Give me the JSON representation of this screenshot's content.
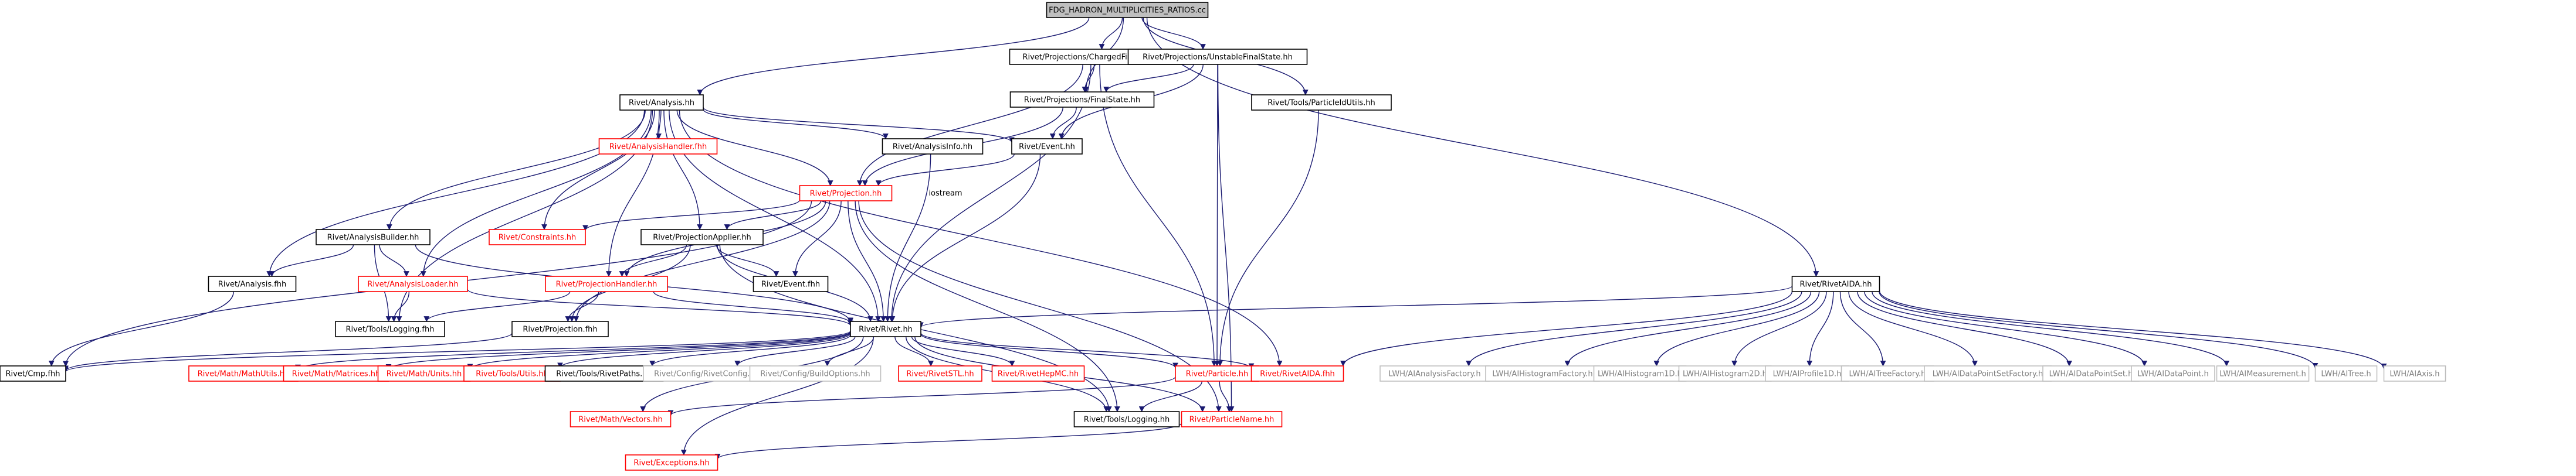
{
  "colors": {
    "root_fill": "#bfbfbf",
    "node_fill": "#ffffff",
    "border_black": "#000000",
    "border_red": "#ff0000",
    "border_grey": "#bfbfbf",
    "text_black": "#000000",
    "text_red": "#ff0000",
    "text_grey": "#808080",
    "edge": "#191970"
  },
  "nodes": [
    {
      "id": "root",
      "label": "FDG_HADRON_MULTIPLICITIES_RATIOS.cc",
      "style": "root"
    },
    {
      "id": "analysis",
      "label": "Rivet/Analysis.hh",
      "style": "black"
    },
    {
      "id": "chargedfs",
      "label": "Rivet/Projections/ChargedFinalState.hh",
      "style": "black"
    },
    {
      "id": "unstablefs",
      "label": "Rivet/Projections/UnstableFinalState.hh",
      "style": "black"
    },
    {
      "id": "particleidutils",
      "label": "Rivet/Tools/ParticleIdUtils.hh",
      "style": "black"
    },
    {
      "id": "rivetaida",
      "label": "Rivet/RivetAIDA.hh",
      "style": "black"
    },
    {
      "id": "finalstate",
      "label": "Rivet/Projections/FinalState.hh",
      "style": "black"
    },
    {
      "id": "analysisinfo",
      "label": "Rivet/AnalysisInfo.hh",
      "style": "black"
    },
    {
      "id": "event",
      "label": "Rivet/Event.hh",
      "style": "black"
    },
    {
      "id": "analysishandler",
      "label": "Rivet/AnalysisHandler.fhh",
      "style": "red"
    },
    {
      "id": "projection",
      "label": "Rivet/Projection.hh",
      "style": "red"
    },
    {
      "id": "constraints",
      "label": "Rivet/Constraints.hh",
      "style": "red"
    },
    {
      "id": "analysisbuilder",
      "label": "Rivet/AnalysisBuilder.hh",
      "style": "black"
    },
    {
      "id": "projapplier",
      "label": "Rivet/ProjectionApplier.hh",
      "style": "black"
    },
    {
      "id": "analysisfhh",
      "label": "Rivet/Analysis.fhh",
      "style": "black"
    },
    {
      "id": "analysisloader",
      "label": "Rivet/AnalysisLoader.hh",
      "style": "red"
    },
    {
      "id": "projhandler",
      "label": "Rivet/ProjectionHandler.hh",
      "style": "red"
    },
    {
      "id": "eventfhh",
      "label": "Rivet/Event.fhh",
      "style": "black"
    },
    {
      "id": "toolslogfhh",
      "label": "Rivet/Tools/Logging.fhh",
      "style": "black"
    },
    {
      "id": "projfhh",
      "label": "Rivet/Projection.fhh",
      "style": "black"
    },
    {
      "id": "rivethh",
      "label": "Rivet/Rivet.hh",
      "style": "black"
    },
    {
      "id": "cmpfhh",
      "label": "Rivet/Cmp.fhh",
      "style": "black"
    },
    {
      "id": "mathutils",
      "label": "Rivet/Math/MathUtils.hh",
      "style": "red"
    },
    {
      "id": "matrices",
      "label": "Rivet/Math/Matrices.hh",
      "style": "red"
    },
    {
      "id": "units",
      "label": "Rivet/Math/Units.hh",
      "style": "red"
    },
    {
      "id": "utils",
      "label": "Rivet/Tools/Utils.hh",
      "style": "red"
    },
    {
      "id": "rivetpaths",
      "label": "Rivet/Tools/RivetPaths.hh",
      "style": "black"
    },
    {
      "id": "rivetconfig",
      "label": "Rivet/Config/RivetConfig.hh",
      "style": "grey"
    },
    {
      "id": "buildoptions",
      "label": "Rivet/Config/BuildOptions.hh",
      "style": "grey"
    },
    {
      "id": "rivetstl",
      "label": "Rivet/RivetSTL.hh",
      "style": "red"
    },
    {
      "id": "rivethepmc",
      "label": "Rivet/RivetHepMC.hh",
      "style": "red"
    },
    {
      "id": "particle",
      "label": "Rivet/Particle.hh",
      "style": "red"
    },
    {
      "id": "rivetaidafhh",
      "label": "Rivet/RivetAIDA.fhh",
      "style": "red"
    },
    {
      "id": "vectors",
      "label": "Rivet/Math/Vectors.hh",
      "style": "red"
    },
    {
      "id": "logging",
      "label": "Rivet/Tools/Logging.hh",
      "style": "black"
    },
    {
      "id": "particlename",
      "label": "Rivet/ParticleName.hh",
      "style": "red"
    },
    {
      "id": "exceptions",
      "label": "Rivet/Exceptions.hh",
      "style": "red"
    },
    {
      "id": "lwh_af",
      "label": "LWH/AIAnalysisFactory.h",
      "style": "grey"
    },
    {
      "id": "lwh_hf",
      "label": "LWH/AIHistogramFactory.h",
      "style": "grey"
    },
    {
      "id": "lwh_h1",
      "label": "LWH/AIHistogram1D.h",
      "style": "grey"
    },
    {
      "id": "lwh_h2",
      "label": "LWH/AIHistogram2D.h",
      "style": "grey"
    },
    {
      "id": "lwh_p1",
      "label": "LWH/AIProfile1D.h",
      "style": "grey"
    },
    {
      "id": "lwh_tf",
      "label": "LWH/AITreeFactory.h",
      "style": "grey"
    },
    {
      "id": "lwh_dpsf",
      "label": "LWH/AIDataPointSetFactory.h",
      "style": "grey"
    },
    {
      "id": "lwh_dps",
      "label": "LWH/AIDataPointSet.h",
      "style": "grey"
    },
    {
      "id": "lwh_dp",
      "label": "LWH/AIDataPoint.h",
      "style": "grey"
    },
    {
      "id": "lwh_m",
      "label": "LWH/AIMeasurement.h",
      "style": "grey"
    },
    {
      "id": "lwh_tree",
      "label": "LWH/AITree.h",
      "style": "grey"
    },
    {
      "id": "lwh_axis",
      "label": "LWH/AIAxis.h",
      "style": "grey"
    }
  ],
  "edge_labels": {
    "iostream": "iostream"
  },
  "edges": [
    [
      "root",
      "analysis"
    ],
    [
      "root",
      "chargedfs"
    ],
    [
      "root",
      "unstablefs"
    ],
    [
      "root",
      "particleidutils"
    ],
    [
      "root",
      "rivetaida"
    ],
    [
      "root",
      "finalstate"
    ],
    [
      "chargedfs",
      "finalstate"
    ],
    [
      "chargedfs",
      "projection"
    ],
    [
      "chargedfs",
      "rivethh"
    ],
    [
      "chargedfs",
      "particle"
    ],
    [
      "unstablefs",
      "finalstate"
    ],
    [
      "unstablefs",
      "event"
    ],
    [
      "unstablefs",
      "particle"
    ],
    [
      "unstablefs",
      "particlename"
    ],
    [
      "particleidutils",
      "particle"
    ],
    [
      "finalstate",
      "event"
    ],
    [
      "finalstate",
      "projection"
    ],
    [
      "analysis",
      "analysisinfo"
    ],
    [
      "analysis",
      "event"
    ],
    [
      "analysis",
      "analysishandler"
    ],
    [
      "analysis",
      "projection"
    ],
    [
      "analysis",
      "constraints"
    ],
    [
      "analysis",
      "analysisbuilder"
    ],
    [
      "analysis",
      "projapplier"
    ],
    [
      "analysis",
      "analysisfhh"
    ],
    [
      "analysis",
      "analysisloader"
    ],
    [
      "analysis",
      "projhandler"
    ],
    [
      "analysis",
      "toolslogfhh"
    ],
    [
      "analysis",
      "rivethh"
    ],
    [
      "analysis",
      "rivetaidafhh"
    ],
    [
      "analysisinfo",
      "rivethh"
    ],
    [
      "event",
      "rivethh"
    ],
    [
      "event",
      "projection"
    ],
    [
      "projection",
      "constraints"
    ],
    [
      "projection",
      "projapplier"
    ],
    [
      "projection",
      "projhandler"
    ],
    [
      "projection",
      "eventfhh"
    ],
    [
      "projection",
      "projfhh"
    ],
    [
      "projection",
      "rivethh"
    ],
    [
      "projection",
      "cmpfhh"
    ],
    [
      "projection",
      "logging"
    ],
    [
      "projection",
      "particlename"
    ],
    [
      "analysisbuilder",
      "analysisfhh"
    ],
    [
      "analysisbuilder",
      "analysisloader"
    ],
    [
      "analysisbuilder",
      "toolslogfhh"
    ],
    [
      "analysisbuilder",
      "rivethh"
    ],
    [
      "projapplier",
      "projhandler"
    ],
    [
      "projapplier",
      "eventfhh"
    ],
    [
      "projapplier",
      "projfhh"
    ],
    [
      "projapplier",
      "rivethh"
    ],
    [
      "projapplier",
      "logging"
    ],
    [
      "analysisfhh",
      "cmpfhh"
    ],
    [
      "analysisloader",
      "toolslogfhh"
    ],
    [
      "analysisloader",
      "rivethh"
    ],
    [
      "projhandler",
      "toolslogfhh"
    ],
    [
      "projhandler",
      "projfhh"
    ],
    [
      "projhandler",
      "rivethh"
    ],
    [
      "projfhh",
      "cmpfhh"
    ],
    [
      "rivethh",
      "cmpfhh"
    ],
    [
      "rivethh",
      "mathutils"
    ],
    [
      "rivethh",
      "matrices"
    ],
    [
      "rivethh",
      "units"
    ],
    [
      "rivethh",
      "utils"
    ],
    [
      "rivethh",
      "rivetpaths"
    ],
    [
      "rivethh",
      "rivetconfig"
    ],
    [
      "rivethh",
      "buildoptions"
    ],
    [
      "rivethh",
      "rivetstl"
    ],
    [
      "rivethh",
      "rivethepmc"
    ],
    [
      "rivethh",
      "particle"
    ],
    [
      "rivethh",
      "rivetaidafhh"
    ],
    [
      "rivethh",
      "vectors"
    ],
    [
      "rivethh",
      "logging"
    ],
    [
      "rivethh",
      "particlename"
    ],
    [
      "rivethh",
      "exceptions"
    ],
    [
      "particle",
      "vectors"
    ],
    [
      "particle",
      "logging"
    ],
    [
      "particle",
      "particlename"
    ],
    [
      "particlename",
      "exceptions"
    ],
    [
      "rivetaida",
      "rivethh"
    ],
    [
      "rivetaida",
      "rivetaidafhh"
    ],
    [
      "rivetaida",
      "lwh_af"
    ],
    [
      "rivetaida",
      "lwh_hf"
    ],
    [
      "rivetaida",
      "lwh_h1"
    ],
    [
      "rivetaida",
      "lwh_h2"
    ],
    [
      "rivetaida",
      "lwh_p1"
    ],
    [
      "rivetaida",
      "lwh_tf"
    ],
    [
      "rivetaida",
      "lwh_dpsf"
    ],
    [
      "rivetaida",
      "lwh_dps"
    ],
    [
      "rivetaida",
      "lwh_dp"
    ],
    [
      "rivetaida",
      "lwh_m"
    ],
    [
      "rivetaida",
      "lwh_tree"
    ],
    [
      "rivetaida",
      "lwh_axis"
    ]
  ]
}
